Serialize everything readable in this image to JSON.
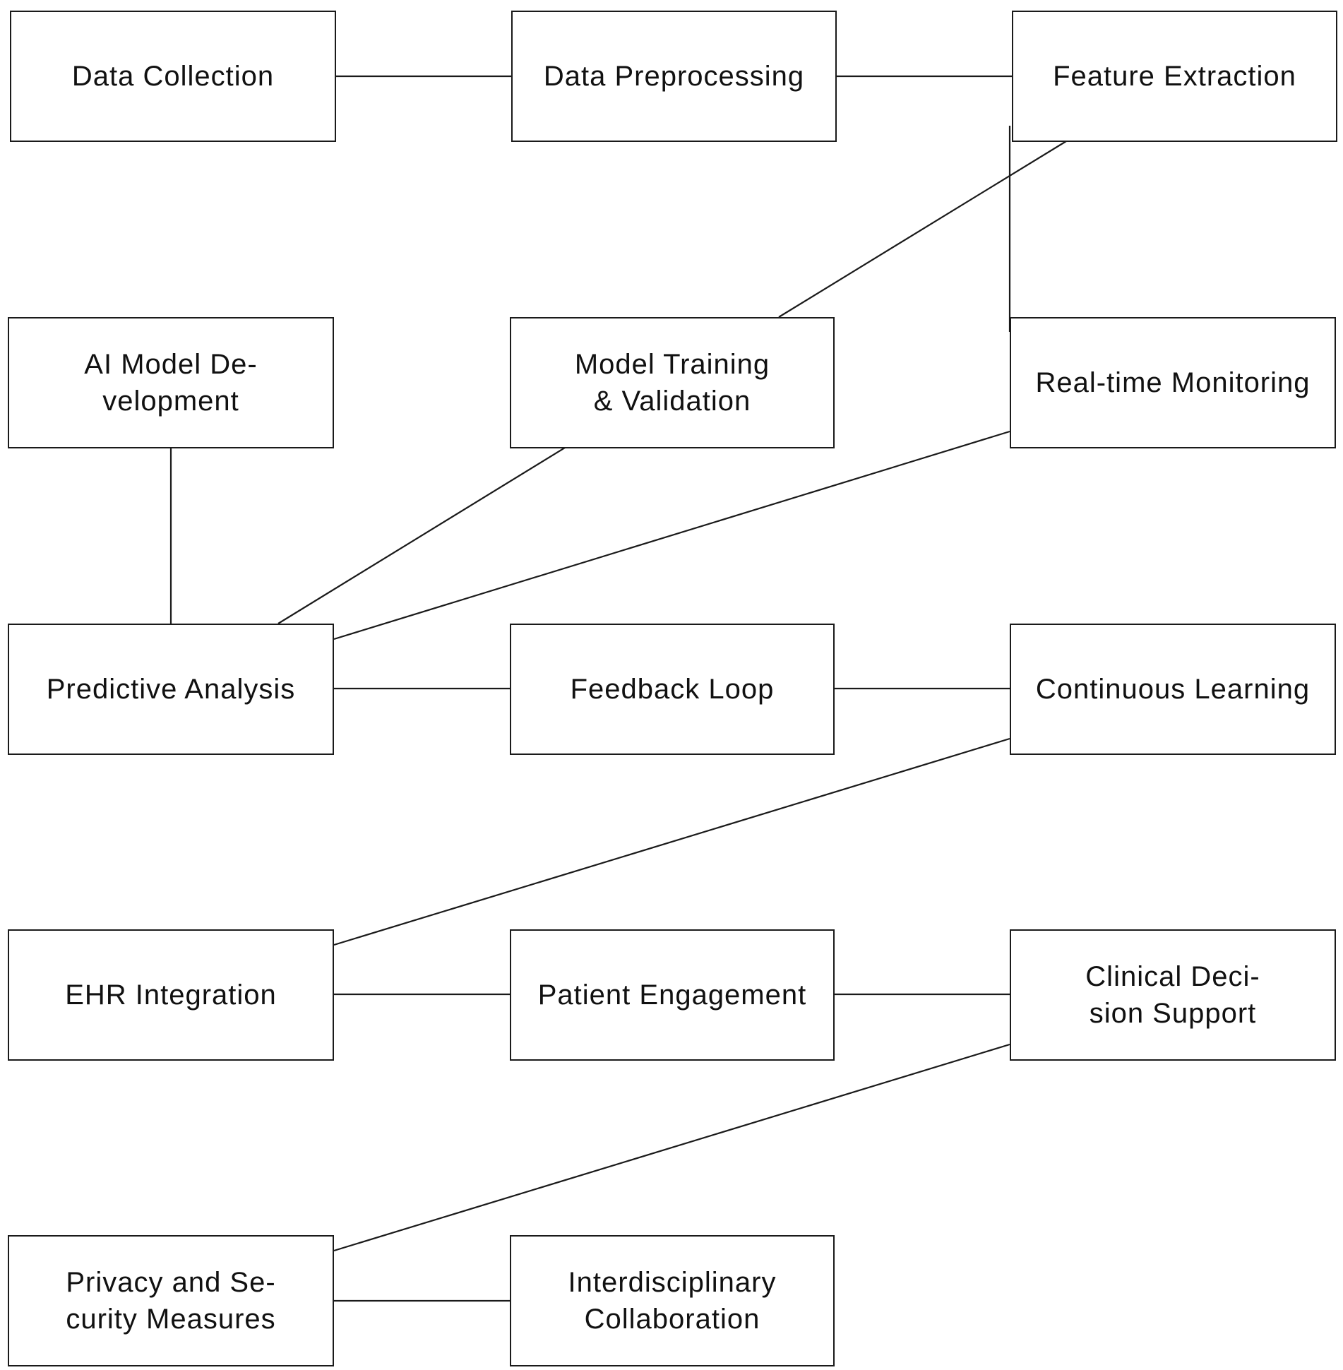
{
  "colors": {
    "line": "#1a1a1a",
    "text": "#111111",
    "background": "#ffffff"
  },
  "nodes": {
    "data_collection": "Data Collection",
    "data_preprocessing": "Data  Preprocessing",
    "feature_extraction": "Feature Extraction",
    "ai_model_development": "AI Model De-\nvelopment",
    "model_training_validation": "Model Training\n& Validation",
    "realtime_monitoring": "Real-time  Monitoring",
    "predictive_analysis": "Predictive  Analysis",
    "feedback_loop": "Feedback Loop",
    "continuous_learning": "Continuous Learning",
    "ehr_integration": "EHR Integration",
    "patient_engagement": "Patient Engagement",
    "clinical_decision_support": "Clinical  Deci-\nsion Support",
    "privacy_security": "Privacy  and  Se-\ncurity Measures",
    "interdisciplinary_collaboration": "Interdisciplinary\nCollaboration"
  },
  "edges": [
    [
      "data_collection",
      "data_preprocessing"
    ],
    [
      "data_preprocessing",
      "feature_extraction"
    ],
    [
      "feature_extraction",
      "model_training_validation"
    ],
    [
      "feature_extraction",
      "realtime_monitoring"
    ],
    [
      "ai_model_development",
      "predictive_analysis"
    ],
    [
      "model_training_validation",
      "predictive_analysis"
    ],
    [
      "realtime_monitoring",
      "predictive_analysis"
    ],
    [
      "predictive_analysis",
      "feedback_loop"
    ],
    [
      "feedback_loop",
      "continuous_learning"
    ],
    [
      "continuous_learning",
      "ehr_integration"
    ],
    [
      "ehr_integration",
      "patient_engagement"
    ],
    [
      "patient_engagement",
      "clinical_decision_support"
    ],
    [
      "clinical_decision_support",
      "privacy_security"
    ],
    [
      "privacy_security",
      "interdisciplinary_collaboration"
    ]
  ]
}
